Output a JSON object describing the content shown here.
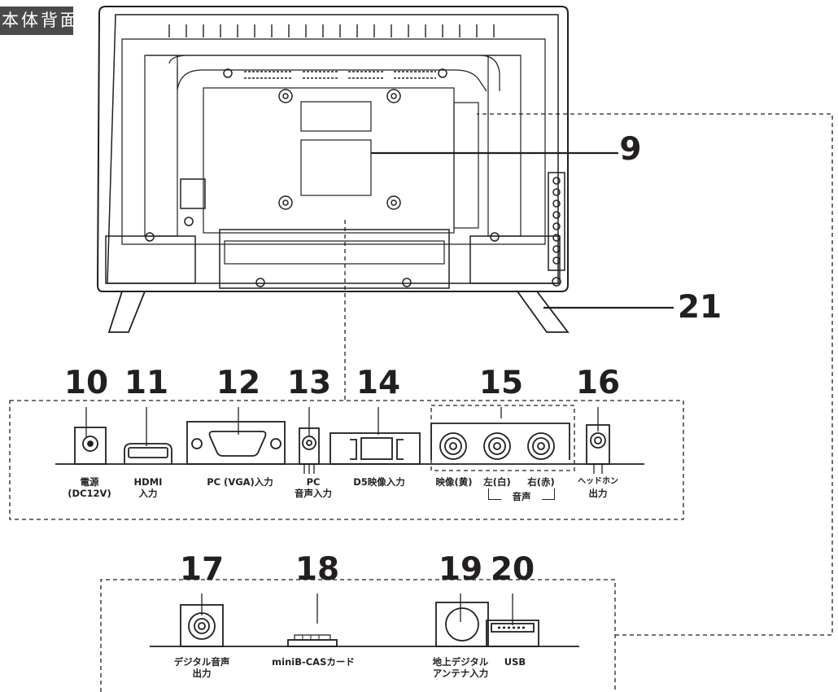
{
  "section_title": "本体背面",
  "callouts": {
    "n9": "9",
    "n10": "10",
    "n11": "11",
    "n12": "12",
    "n13": "13",
    "n14": "14",
    "n15": "15",
    "n16": "16",
    "n17": "17",
    "n18": "18",
    "n19": "19",
    "n20": "20",
    "n21": "21"
  },
  "labels": {
    "power_l1": "電源",
    "power_l2": "(DC12V)",
    "hdmi_l1": "HDMI",
    "hdmi_l2": "入力",
    "pc_vga": "PC (VGA)入力",
    "pc_audio_l1": "PC",
    "pc_audio_l2": "音声入力",
    "d5": "D5映像入力",
    "video_yellow": "映像(黄)",
    "audio_left": "左(白)",
    "audio_right": "右(赤)",
    "audio_group": "音声",
    "headphone_l1": "ヘッドホン",
    "headphone_l2": "出力",
    "digital_audio_l1": "デジタル音声",
    "digital_audio_l2": "出力",
    "bcas": "miniB-CASカード",
    "antenna_l1": "地上デジタル",
    "antenna_l2": "アンテナ入力",
    "usb": "USB"
  }
}
